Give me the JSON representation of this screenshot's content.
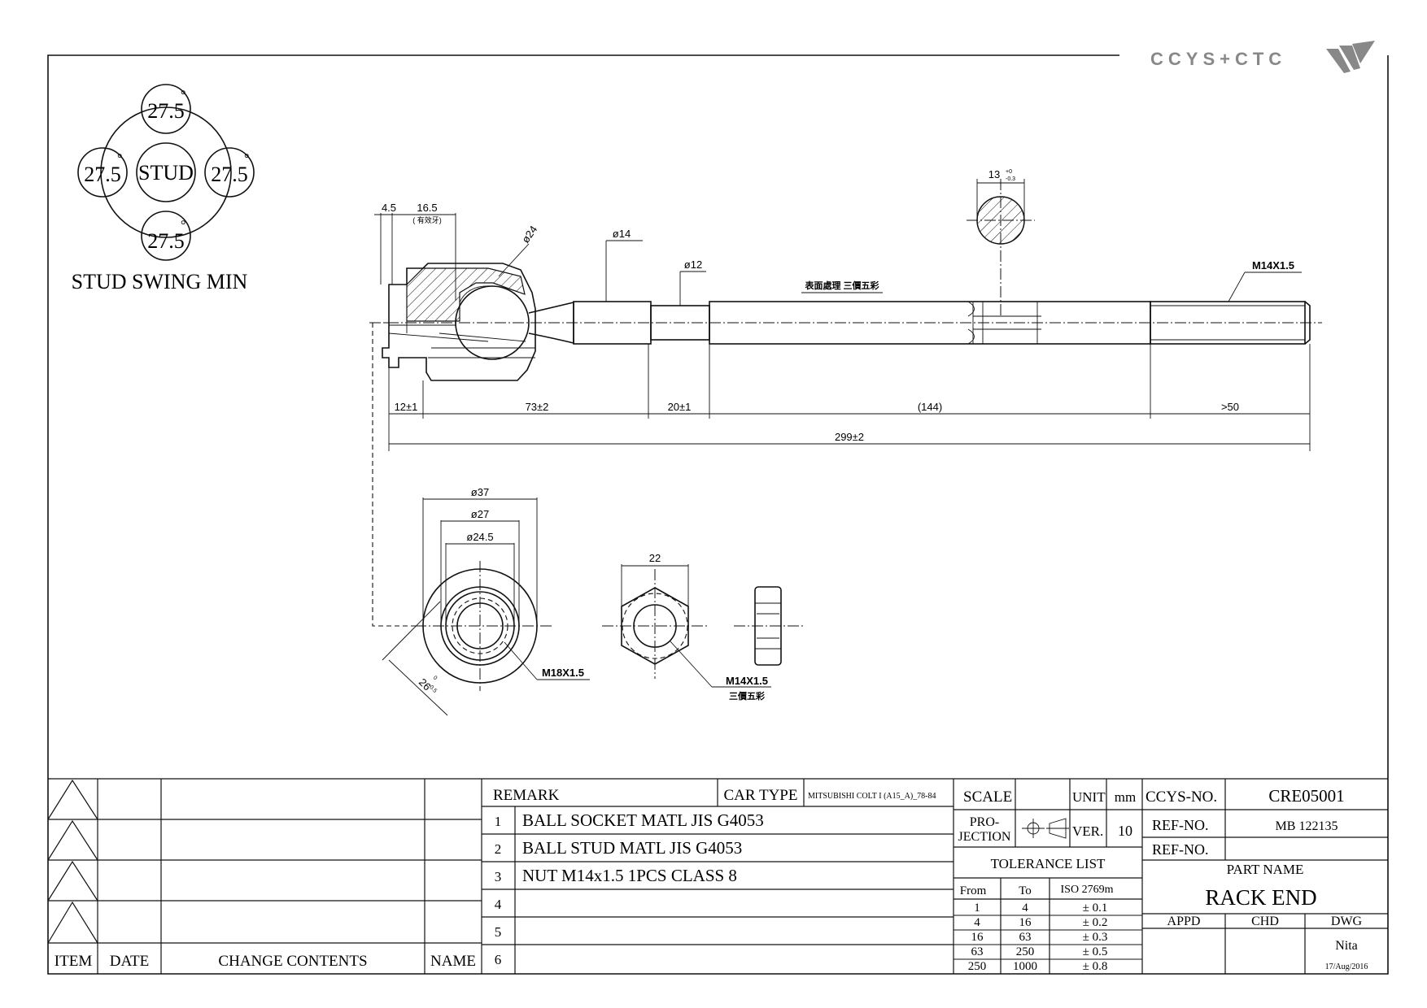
{
  "logo": {
    "brand": "CCYS+CTC"
  },
  "swing": {
    "stud": "STUD",
    "top": "27.5",
    "left": "27.5",
    "right": "27.5",
    "bottom": "27.5",
    "degree": "°",
    "caption": "STUD SWING MIN"
  },
  "dims": {
    "d1": "4.5",
    "d2": "16.5",
    "d2_note": "( 有效牙)",
    "dia24": "ø24",
    "dia14": "ø14",
    "dia12": "ø12",
    "hex": "13",
    "hex_tol_up": "+0",
    "hex_tol_dn": "-0.3",
    "surface_note": "表面處理 三價五彩",
    "thread_end": "M14X1.5",
    "seg1": "12±1",
    "seg2": "73±2",
    "seg3": "20±1",
    "seg4": "(144)",
    "seg5": ">50",
    "total": "299±2",
    "dia37": "ø37",
    "dia27": "ø27",
    "dia245": "ø24.5",
    "socket_thread": "M18X1.5",
    "across": "26",
    "across_up": "0",
    "across_dn": "-0.5",
    "nut_width": "22",
    "nut_thread": "M14X1.5",
    "nut_note": "三價五彩"
  },
  "revision": {
    "headers": {
      "item": "ITEM",
      "date": "DATE",
      "contents": "CHANGE CONTENTS",
      "name": "NAME"
    }
  },
  "remarks": {
    "label": "REMARK",
    "car_type_label": "CAR TYPE",
    "car_type": "MITSUBISHI COLT I (A15_A)_78-84",
    "items": [
      {
        "no": "1",
        "text": "BALL SOCKET MATL JIS G4053"
      },
      {
        "no": "2",
        "text": "BALL STUD MATL JIS G4053"
      },
      {
        "no": "3",
        "text": "NUT M14x1.5 1PCS CLASS 8"
      },
      {
        "no": "4",
        "text": ""
      },
      {
        "no": "5",
        "text": ""
      },
      {
        "no": "6",
        "text": ""
      }
    ]
  },
  "specs": {
    "scale_label": "SCALE",
    "scale": "",
    "unit_label": "UNIT",
    "unit": "mm",
    "projection_label_1": "PRO-",
    "projection_label_2": "JECTION",
    "ver_label": "VER.",
    "ver": "10"
  },
  "tolerance": {
    "title": "TOLERANCE LIST",
    "col_from": "From",
    "col_to": "To",
    "col_iso": "ISO 2769m",
    "rows": [
      {
        "from": "1",
        "to": "4",
        "tol": "± 0.1"
      },
      {
        "from": "4",
        "to": "16",
        "tol": "± 0.2"
      },
      {
        "from": "16",
        "to": "63",
        "tol": "± 0.3"
      },
      {
        "from": "63",
        "to": "250",
        "tol": "± 0.5"
      },
      {
        "from": "250",
        "to": "1000",
        "tol": "± 0.8"
      }
    ]
  },
  "title_block": {
    "ccys_label": "CCYS-NO.",
    "ccys_no": "CRE05001",
    "ref_label_1": "REF-NO.",
    "ref_no_1": "MB 122135",
    "ref_label_2": "REF-NO.",
    "ref_no_2": "",
    "part_name_label": "PART NAME",
    "part_name": "RACK END",
    "appd": "APPD",
    "chd": "CHD",
    "dwg": "DWG",
    "drawn_by": "Nita",
    "date": "17/Aug/2016"
  }
}
